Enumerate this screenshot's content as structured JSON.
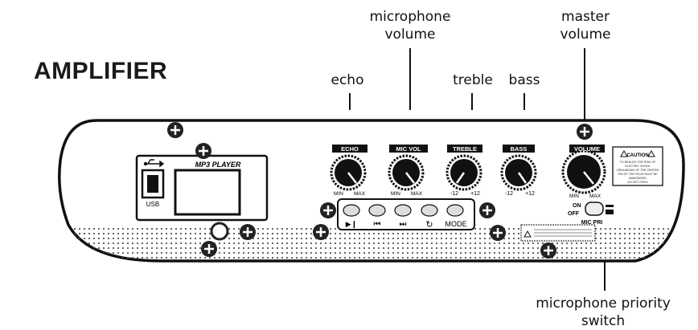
{
  "title": "AMPLIFIER",
  "callouts": {
    "echo": "echo",
    "mic_volume": "microphone\nvolume",
    "treble": "treble",
    "bass": "bass",
    "master_volume": "master\nvolume",
    "mic_priority": "microphone priority\nswitch"
  },
  "panel": {
    "mp3_label": "MP3 PLAYER",
    "usb_label": "USB",
    "knobs": {
      "echo": {
        "label": "ECHO",
        "min": "MIN",
        "max": "MAX"
      },
      "micvol": {
        "label": "MIC VOL",
        "min": "MIN",
        "max": "MAX"
      },
      "treble": {
        "label": "TREBLE",
        "min": "-12",
        "max": "+12"
      },
      "bass": {
        "label": "BASS",
        "min": "-12",
        "max": "+12"
      },
      "volume": {
        "label": "VOLUME",
        "min": "MIN",
        "max": "MAX"
      }
    },
    "buttons": {
      "play": "▶❙",
      "prev": "⏮",
      "next": "⏭",
      "repeat": "↻",
      "mode": "MODE"
    },
    "switch": {
      "on": "ON",
      "off": "OFF",
      "label": "MIC PRI"
    },
    "caution": {
      "heading": "CAUTION",
      "lines": [
        "TO REDUCE THE RISK OF",
        "ELECTRIC SHOCK",
        "GROUNDING OF THE CENTER",
        "PIN OF THIS PLUG MUST BE",
        "MAINTAINED",
        "DO NOT OPEN"
      ]
    }
  }
}
